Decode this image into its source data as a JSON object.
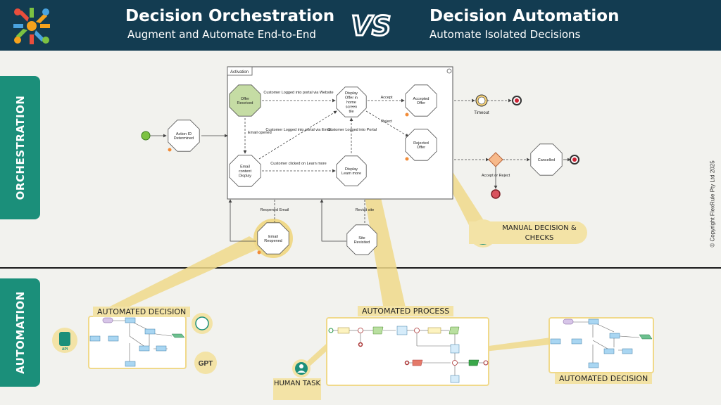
{
  "header": {
    "left_title": "Decision Orchestration",
    "left_subtitle": "Augment and Automate End-to-End",
    "vs": "VS",
    "right_title": "Decision Automation",
    "right_subtitle": "Automate Isolated Decisions"
  },
  "sections": {
    "orchestration": "ORCHESTRATION",
    "automation": "AUTOMATION"
  },
  "copyright": "© Copyright FlexRule Pty Ltd 2025",
  "process": {
    "container_label": "Activation",
    "nodes": {
      "action_id": "Action ID Determined",
      "offer_received": "Offer Received",
      "display_offer": "Display Offer in home screen tile",
      "accepted_offer": "Accepted Offer",
      "rejected_offer": "Rejected Offer",
      "email_content": "Email content Display",
      "display_learn": "Display Learn more",
      "email_reopened": "Email Reopened",
      "site_revisited": "Site Revisited",
      "cancelled": "Cancelled",
      "timeout": "Timeout"
    },
    "edges": {
      "logged_website": "Customer Logged into portal via Website",
      "logged_email": "Customer Logged into portal via Email",
      "logged_portal": "Customer Logged into Portal",
      "email_opened": "Email opened",
      "clicked_learn": "Customer clicked on Learn more",
      "accept": "Accept",
      "reject": "Reject",
      "accept_or_reject": "Accept or Reject",
      "reopened_email": "Reopened Email",
      "revisit_site": "Revisit site"
    }
  },
  "callouts": {
    "manual": "MANUAL DECISION & CHECKS",
    "automated_decision_left": "AUTOMATED DECISION",
    "automated_process": "AUTOMATED PROCESS",
    "automated_decision_right": "AUTOMATED DECISION",
    "human_task": "HUMAN TASK",
    "gpt": "GPT",
    "api": "API"
  },
  "colors": {
    "header_bg": "#133c51",
    "section_tab": "#1b8f7a",
    "callout": "#f3e3a6",
    "highlight_ring": "#f0d98a",
    "accent_node": "#c5dca4"
  }
}
